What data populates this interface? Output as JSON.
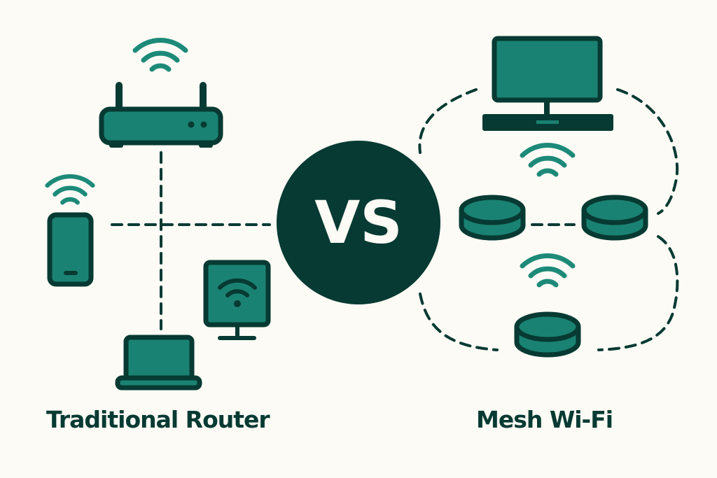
{
  "center_badge": {
    "text": "VS"
  },
  "left_section": {
    "title": "Traditional Router",
    "devices": [
      "router",
      "smartphone",
      "laptop",
      "wifi-monitor"
    ]
  },
  "right_section": {
    "title": "Mesh Wi-Fi",
    "devices": [
      "desktop-monitor",
      "mesh-node",
      "mesh-node",
      "mesh-node"
    ]
  },
  "colors": {
    "background": "#fcfbf5",
    "fill_teal": "#1a8272",
    "outline_dark": "#063a32",
    "wifi_teal": "#1d8a79"
  }
}
